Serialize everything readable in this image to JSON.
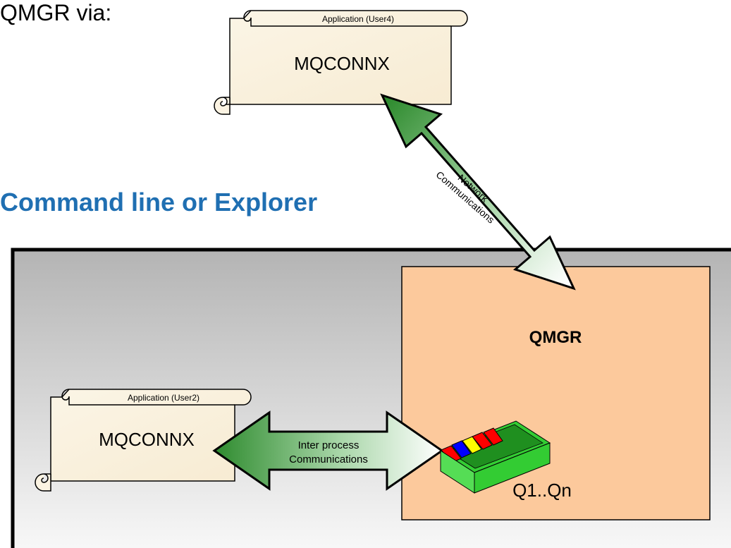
{
  "intro": {
    "text": "QMGR via:"
  },
  "section_heading": {
    "text": "Command line or Explorer"
  },
  "top_app": {
    "caption": "Application (User4)",
    "call": "MQCONNX"
  },
  "left_app": {
    "caption": "Application (User2)",
    "call": "MQCONNX"
  },
  "network_arrow": {
    "line1": "Network",
    "line2": "Communications"
  },
  "ipc_arrow": {
    "line1": "Inter process",
    "line2": "Communications"
  },
  "qmgr": {
    "title": "QMGR",
    "queues_label": "Q1..Qn"
  },
  "colors": {
    "scroll_fill": "#fbf3e2",
    "qmgr_fill": "#fcc99c",
    "arrow_dark": "#2f8a2f",
    "arrow_light": "#ffffff",
    "heading_blue": "#1f6fb2",
    "queue_box": "#33cc33",
    "queue_red": "#ff0000",
    "queue_blue": "#0000ff",
    "queue_yellow": "#ffff00"
  }
}
